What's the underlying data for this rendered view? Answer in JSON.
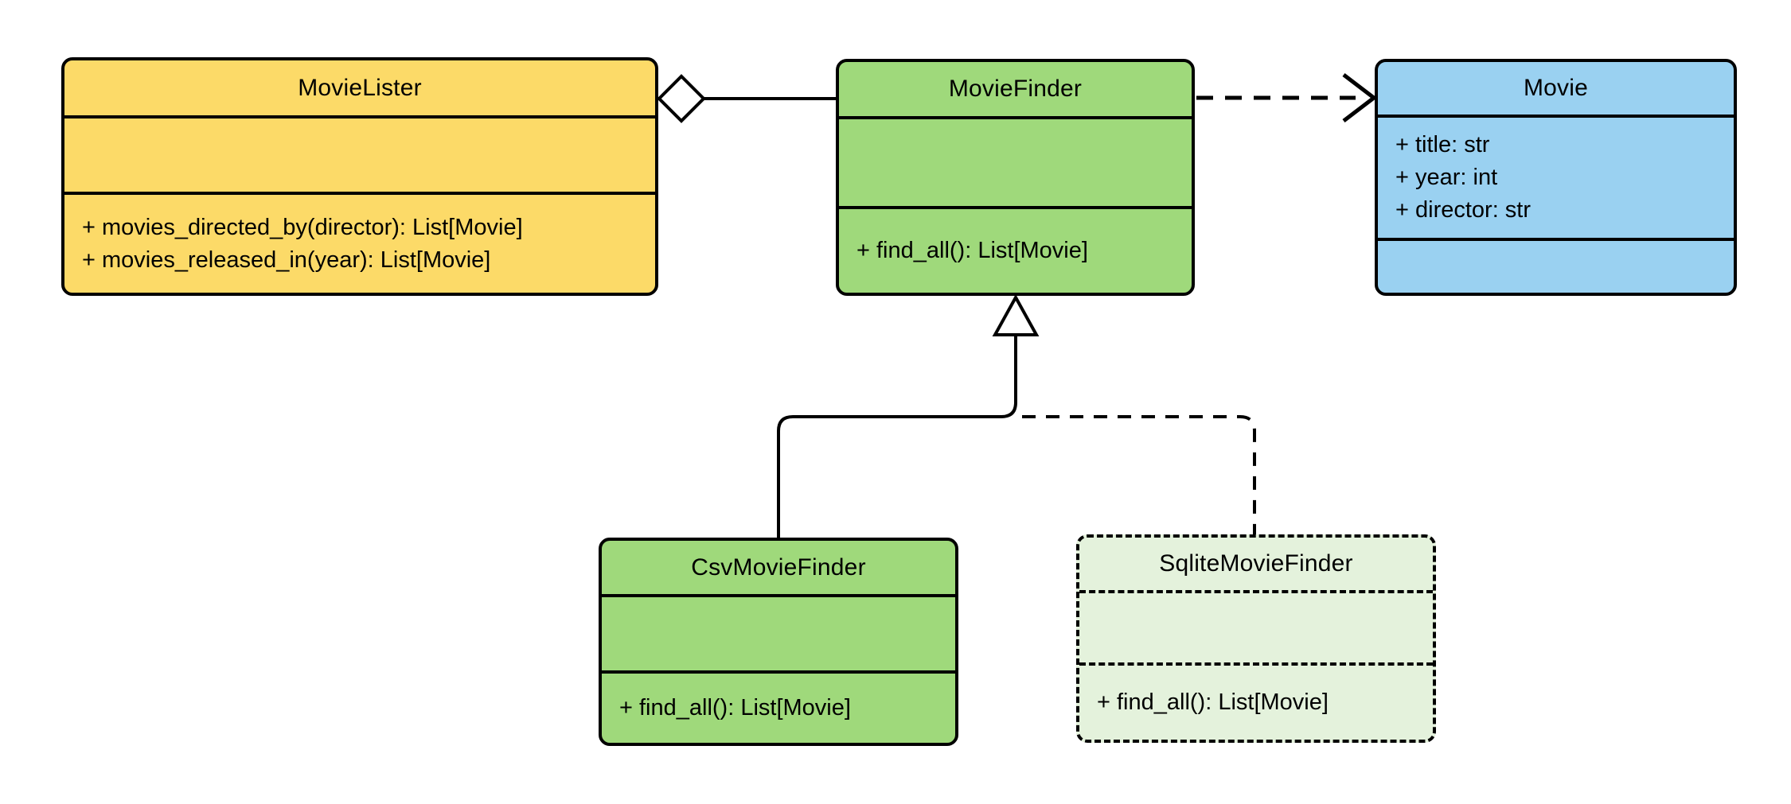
{
  "diagram": {
    "kind": "uml-class-diagram",
    "background_color": "#ffffff",
    "stroke_color": "#000000"
  },
  "classes": {
    "movie_lister": {
      "name": "MovieLister",
      "fill": "#FCDA68",
      "border_style": "solid",
      "attributes": [],
      "methods": [
        "+ movies_directed_by(director): List[Movie]",
        "+ movies_released_in(year): List[Movie]"
      ]
    },
    "movie_finder": {
      "name": "MovieFinder",
      "fill": "#9FD97B",
      "border_style": "solid",
      "attributes": [],
      "methods": [
        "+ find_all(): List[Movie]"
      ]
    },
    "movie": {
      "name": "Movie",
      "fill": "#9AD1F1",
      "border_style": "solid",
      "attributes": [
        "+ title: str",
        "+ year: int",
        "+ director: str"
      ],
      "methods": []
    },
    "csv_movie_finder": {
      "name": "CsvMovieFinder",
      "fill": "#9FD97B",
      "border_style": "solid",
      "attributes": [],
      "methods": [
        "+ find_all(): List[Movie]"
      ]
    },
    "sqlite_movie_finder": {
      "name": "SqliteMovieFinder",
      "fill": "#E4F2DC",
      "border_style": "dashed",
      "attributes": [],
      "methods": [
        "+ find_all(): List[Movie]"
      ]
    }
  },
  "relationships": [
    {
      "from": "MovieLister",
      "to": "MovieFinder",
      "type": "aggregation",
      "line": "solid",
      "marker": "hollow-diamond-at-MovieLister"
    },
    {
      "from": "MovieFinder",
      "to": "Movie",
      "type": "dependency",
      "line": "dashed",
      "marker": "open-arrow-at-Movie"
    },
    {
      "from": "CsvMovieFinder",
      "to": "MovieFinder",
      "type": "inheritance",
      "line": "solid",
      "marker": "hollow-triangle-at-MovieFinder"
    },
    {
      "from": "SqliteMovieFinder",
      "to": "MovieFinder",
      "type": "inheritance",
      "line": "dashed",
      "marker": "hollow-triangle-at-MovieFinder"
    }
  ]
}
